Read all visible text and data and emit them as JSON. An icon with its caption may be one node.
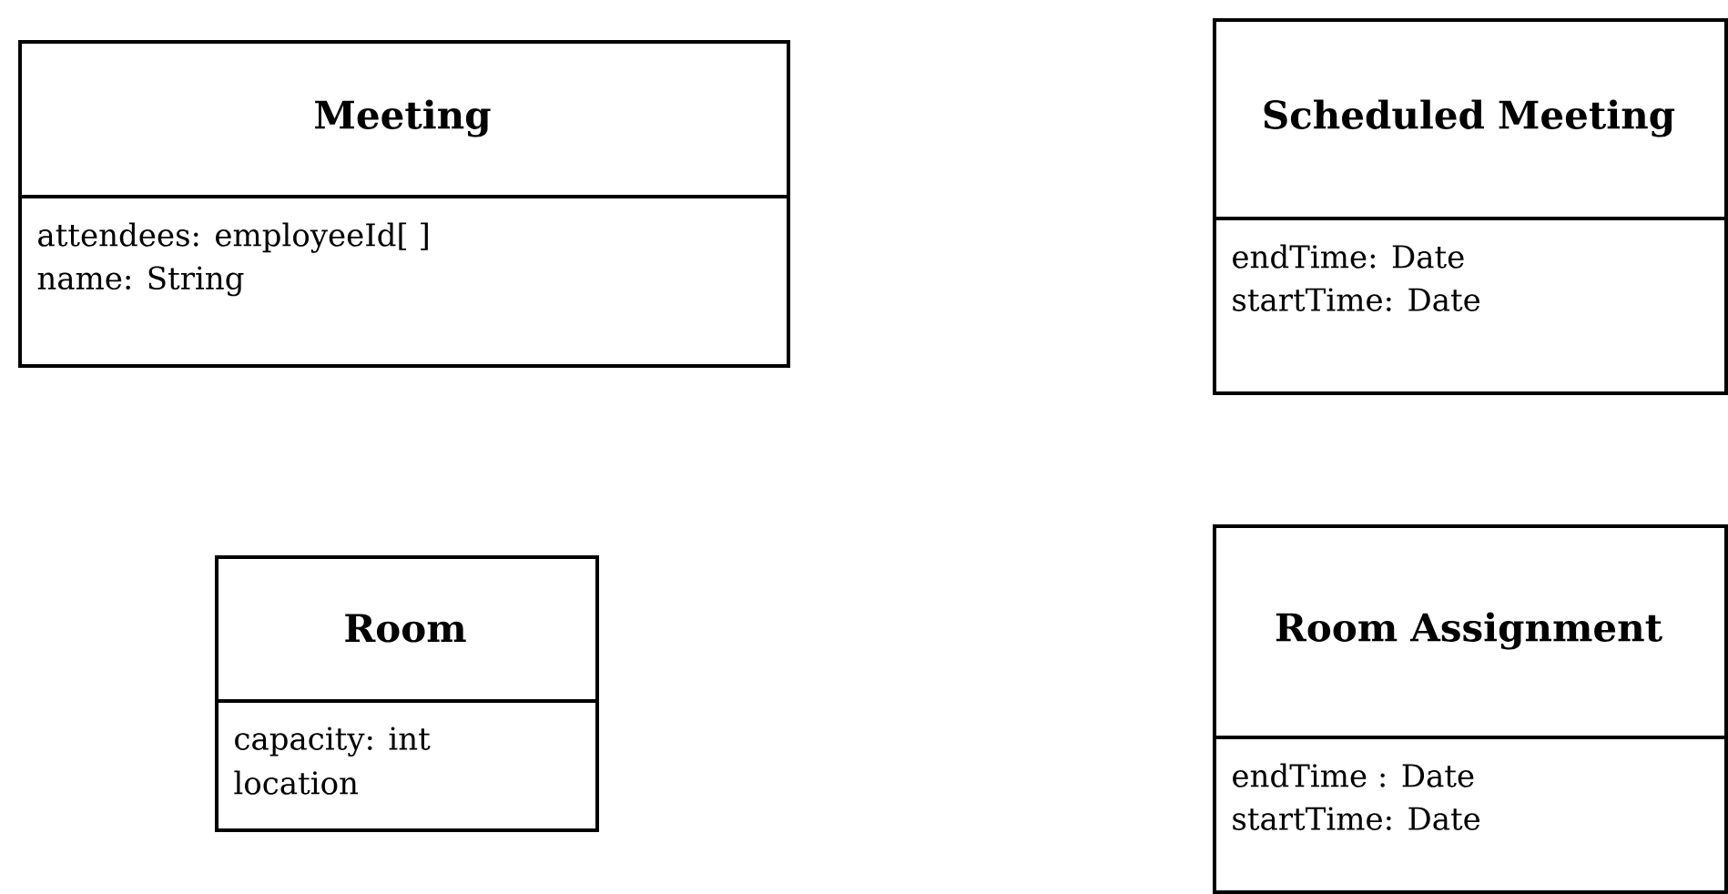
{
  "diagram": {
    "nodes": [
      {
        "text": [
          "Meeting",
          "attendees: employeeId[ ]",
          "name: String"
        ]
      },
      {
        "text": [
          "Scheduled Meeting",
          "endTime: Date",
          "startTime: Date"
        ]
      },
      {
        "text": [
          "Room",
          "capacity: int",
          "location"
        ]
      },
      {
        "text": [
          "Room Assignment",
          "endTime : Date",
          "startTime: Date"
        ]
      }
    ]
  }
}
